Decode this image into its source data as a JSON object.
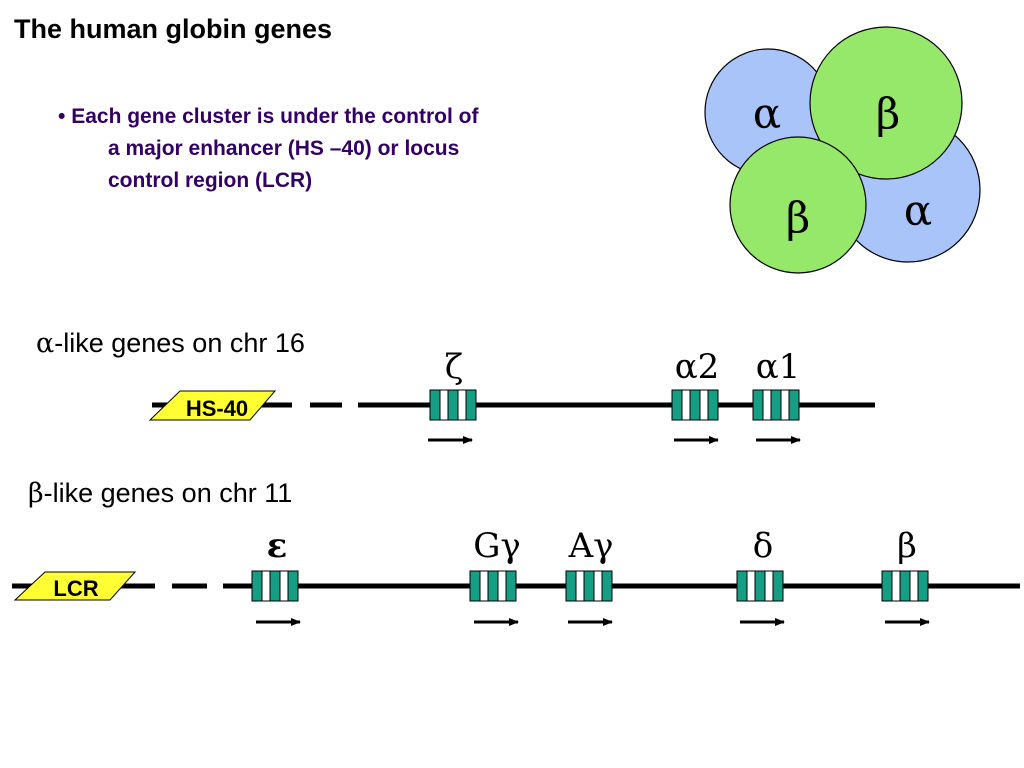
{
  "title": "The human globin genes",
  "bullet": {
    "marker": "•",
    "line1": "Each gene cluster is under the control of",
    "line2": "a  major enhancer (HS –40) or locus",
    "line3": "control region (LCR)"
  },
  "tetramer": {
    "subunits": [
      "α",
      "β",
      "β",
      "α"
    ],
    "alpha_color": "#a8c4f8",
    "beta_color": "#96e86a"
  },
  "alpha_cluster": {
    "label_greek": "α",
    "label_text": "-like genes on chr 16",
    "enhancer": "HS-40",
    "genes": [
      "ζ",
      "α2",
      "α1"
    ]
  },
  "beta_cluster": {
    "label_greek": "β",
    "label_text": "-like genes on chr 11",
    "enhancer": "LCR",
    "genes": [
      "ε",
      "Gγ",
      "Aγ",
      "δ",
      "β"
    ]
  },
  "colors": {
    "gene_teal": "#169e84",
    "enhancer_yellow": "#ffff33",
    "bullet_text": "#330066"
  }
}
